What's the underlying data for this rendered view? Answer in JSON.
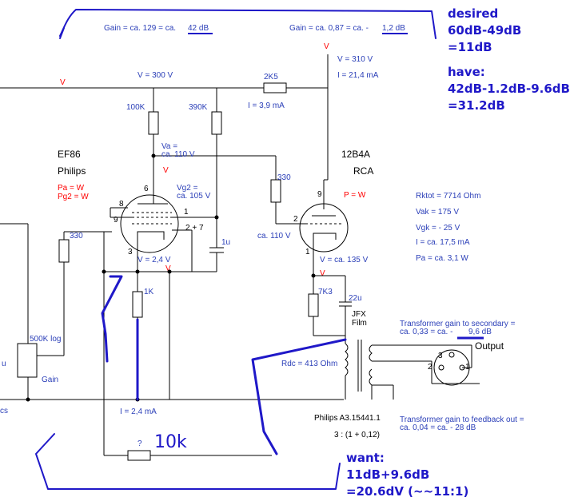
{
  "annotations_top": {
    "gain_stage1": "Gain = ca. 129 = ca.",
    "gain_stage1_db": "42 dB",
    "gain_stage2": "Gain = ca. 0,87 = ca. -",
    "gain_stage2_db": "1,2 dB"
  },
  "handwritten": {
    "desired_1": "desired",
    "desired_2": "60dB-49dB",
    "desired_3": "=11dB",
    "have_1": "have:",
    "have_2": "42dB-1.2dB-9.6dB",
    "have_3": "=31.2dB",
    "want_1": "want:",
    "want_2": "11dB+9.6dB",
    "want_3": "=20.6dV (~~11:1)",
    "tenk": "10k"
  },
  "supply": {
    "v300": "V = 300 V",
    "v310": "V = 310 V",
    "i214": "I = 21,4 mA",
    "r2k5": "2K5",
    "i39": "I = 3,9 mA"
  },
  "ef86": {
    "name": "EF86",
    "maker": "Philips",
    "pa": "Pa = W",
    "pg2": "Pg2 = W",
    "va_1": "Va =",
    "va_2": "ca. 110 V",
    "vg2_1": "Vg2 =",
    "vg2_2": "ca. 105 V",
    "vk": "V = 2,4 V",
    "r100k": "100K",
    "r390k": "390K",
    "rk": "1K",
    "c1u": "1u",
    "r330": "330",
    "ik": "I = 2,4 mA",
    "pins": [
      "6",
      "8",
      "9",
      "1",
      "3",
      "2 + 7"
    ]
  },
  "b4a": {
    "name": "12B4A",
    "maker": "RCA",
    "p": "P = W",
    "rktot": "Rktot = 7714 Ohm",
    "vak": "Vak = 175 V",
    "vgk": "Vgk = - 25 V",
    "i": "I = ca. 17,5 mA",
    "pa": "Pa = ca. 3,1 W",
    "vg": "ca. 110 V",
    "vk": "V = ca. 135 V",
    "r330": "330",
    "rk": "7K3",
    "pins": [
      "9",
      "2",
      "1"
    ]
  },
  "output": {
    "c22u": "22u",
    "jfx": "JFX",
    "film": "Film",
    "rdc": "Rdc = 413 Ohm",
    "tx_gain_1": "Transformer gain to secondary =",
    "tx_gain_2": "ca. 0,33 = ca. -",
    "tx_gain_db": "9,6 dB",
    "output_label": "Output",
    "xlr_pins": [
      "3",
      "2",
      "1"
    ],
    "part": "Philips A3.15441.1",
    "ratio": "3 : (1 + 0,12)",
    "fb_gain_1": "Transformer gain to feedback out =",
    "fb_gain_2": "ca. 0,04 = ca. - 28 dB"
  },
  "input": {
    "pot": "500K log",
    "gain": "Gain",
    "r330": "330",
    "u": "u",
    "cs": "cs",
    "fb_res": "?"
  },
  "markers": {
    "v": "V"
  },
  "colors": {
    "ink_blue": "#1f18c8",
    "label_blue": "#2b3fb8",
    "red": "#ff0000",
    "wire": "#000000"
  }
}
